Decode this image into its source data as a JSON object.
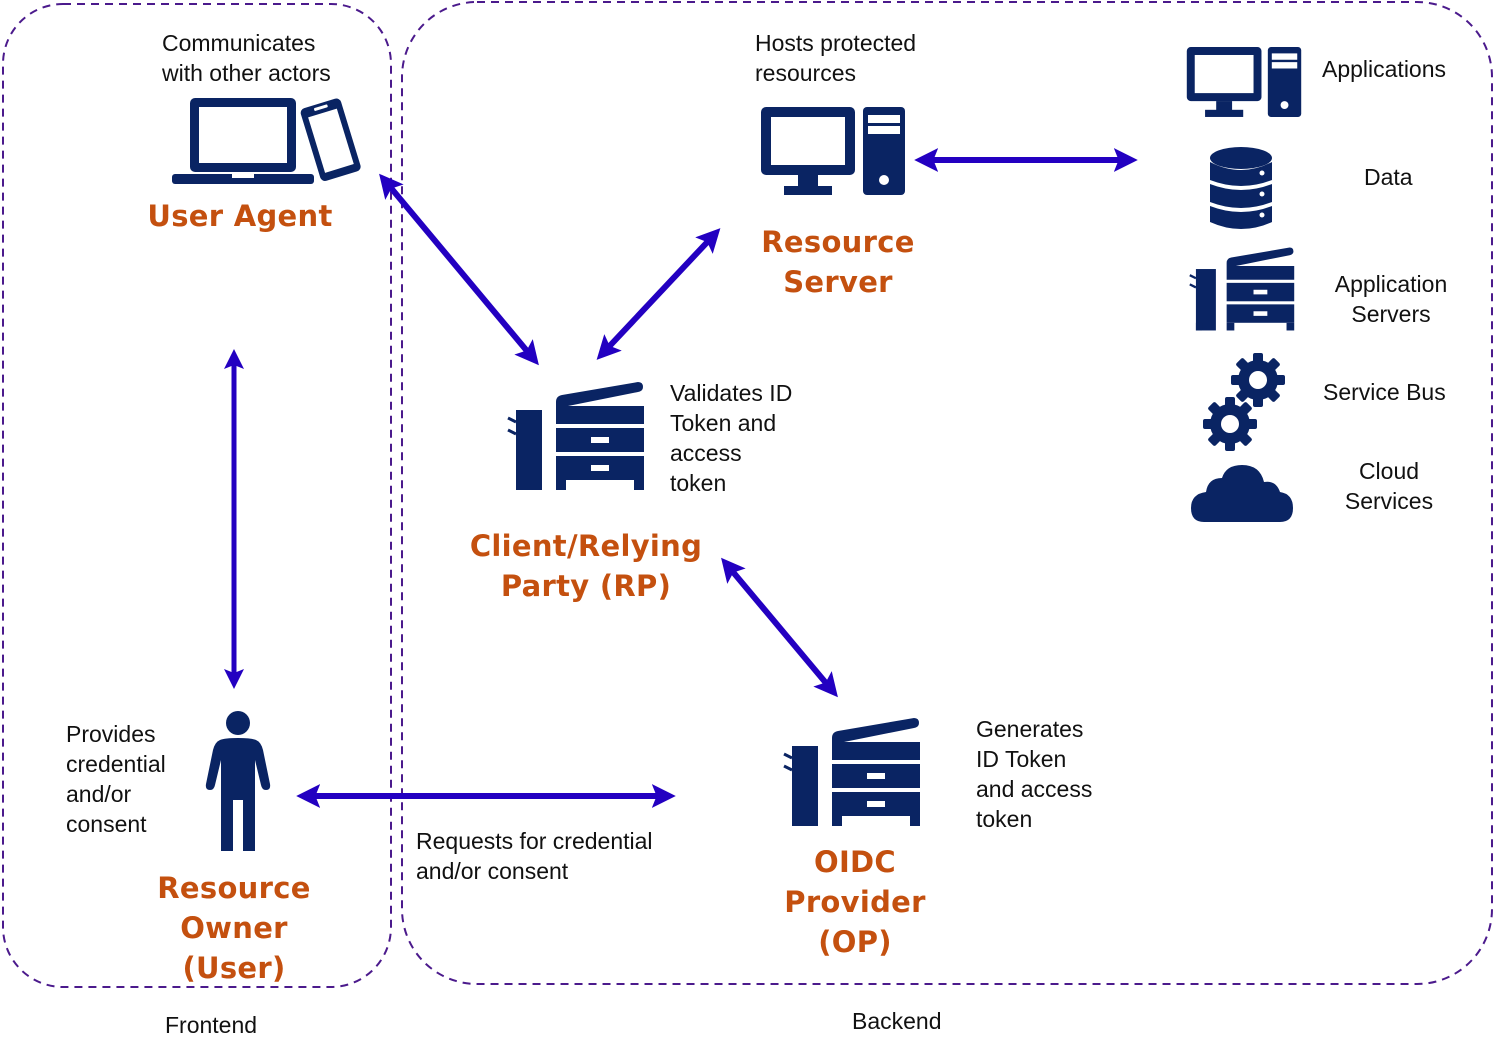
{
  "colors": {
    "icon": "#0a2463",
    "actor_title": "#c4500f",
    "arrow": "#2300c1",
    "boundary": "#4b1a8c",
    "text": "#111111"
  },
  "zones": {
    "frontend": {
      "label": "Frontend"
    },
    "backend": {
      "label": "Backend"
    }
  },
  "actors": {
    "user_agent": {
      "title": "User Agent",
      "description": "Communicates\nwith other actors",
      "icon": "laptop-phone-icon"
    },
    "resource_server": {
      "title": "Resource\nServer",
      "description": "Hosts protected\nresources",
      "icon": "desktop-computer-icon"
    },
    "client_rp": {
      "title": "Client/Relying\nParty (RP)",
      "description": "Validates ID\nToken and\naccess\ntoken",
      "icon": "server-machine-icon"
    },
    "resource_owner": {
      "title": "Resource\nOwner\n(User)",
      "description": "Provides\ncredential\nand/or\nconsent",
      "icon": "person-icon"
    },
    "oidc_provider": {
      "title": "OIDC\nProvider\n(OP)",
      "description": "Generates\nID Token\nand access\ntoken",
      "icon": "server-machine-icon"
    }
  },
  "resources": [
    {
      "label": "Applications",
      "icon": "desktop-computer-icon"
    },
    {
      "label": "Data",
      "icon": "database-icon"
    },
    {
      "label": "Application\nServers",
      "icon": "server-machine-icon"
    },
    {
      "label": "Service Bus",
      "icon": "gears-icon"
    },
    {
      "label": "Cloud\nServices",
      "icon": "cloud-icon"
    }
  ],
  "connections": [
    {
      "from": "User Agent",
      "to": "Client/Relying Party (RP)",
      "direction": "bidirectional"
    },
    {
      "from": "Resource Server",
      "to": "Client/Relying Party (RP)",
      "direction": "bidirectional"
    },
    {
      "from": "Resource Server",
      "to": "Resources",
      "direction": "bidirectional"
    },
    {
      "from": "User Agent",
      "to": "Resource Owner (User)",
      "direction": "bidirectional"
    },
    {
      "from": "Client/Relying Party (RP)",
      "to": "OIDC Provider (OP)",
      "direction": "bidirectional"
    },
    {
      "from": "Resource Owner (User)",
      "to": "OIDC Provider (OP)",
      "direction": "bidirectional",
      "label": "Requests for  credential\nand/or consent"
    }
  ]
}
